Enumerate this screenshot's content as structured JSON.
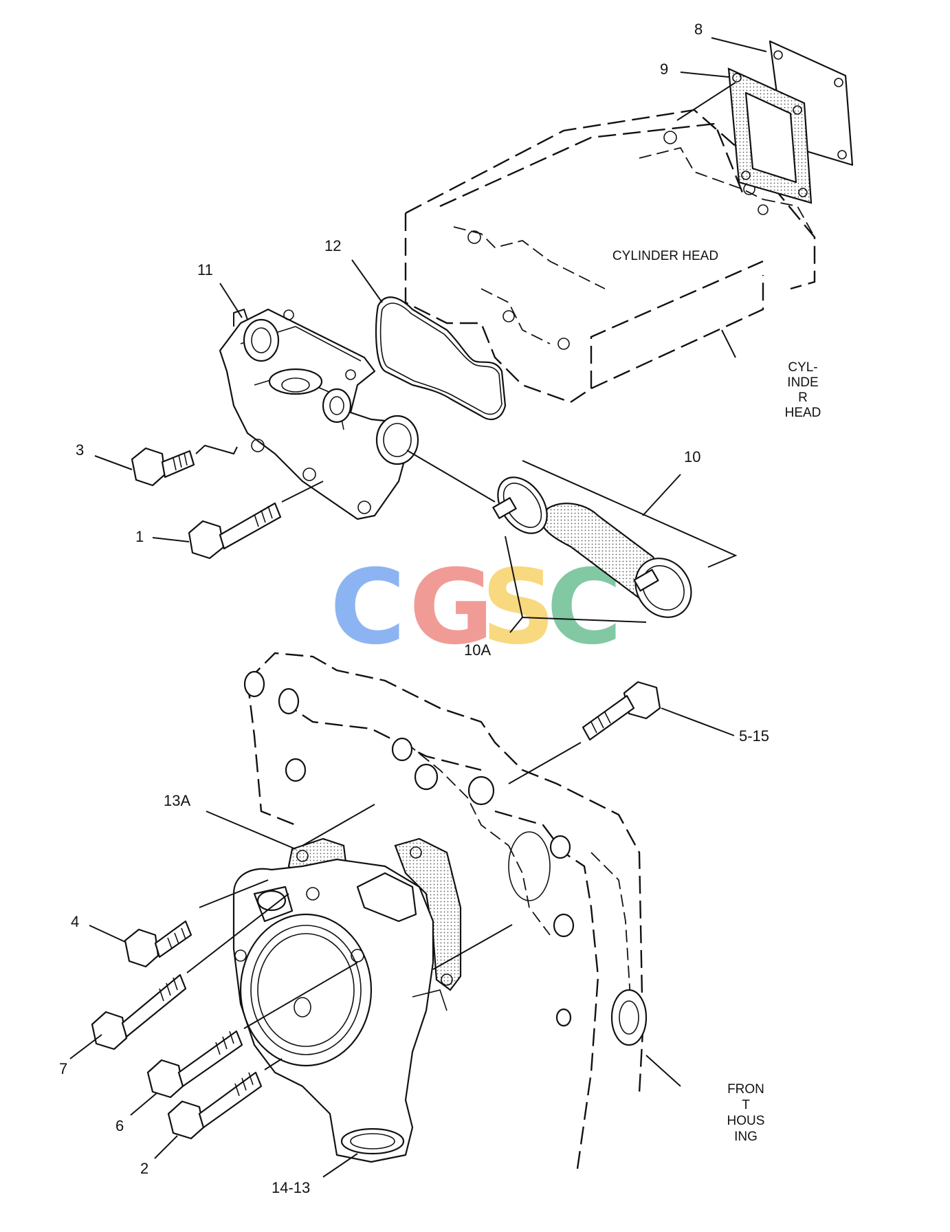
{
  "callouts": {
    "c1": "1",
    "c2": "2",
    "c3": "3",
    "c4": "4",
    "c5": "5-15",
    "c6": "6",
    "c7": "7",
    "c8": "8",
    "c9": "9",
    "c10": "10",
    "c10a": "10A",
    "c11": "11",
    "c12": "12",
    "c13a": "13A",
    "c14": "14-13"
  },
  "labels": {
    "cylinder_head": "CYLINDER HEAD",
    "cyl_head_wrapped": [
      "CYL-",
      "INDE",
      "R",
      "HEAD"
    ],
    "front_housing_wrapped": [
      "FRON",
      "T",
      "HOUS",
      "ING"
    ]
  },
  "watermark": {
    "letters": [
      "C",
      "G",
      "S",
      "C"
    ],
    "colors": [
      "#7aa7f0",
      "#ef8a86",
      "#f7d36a",
      "#6dbf94"
    ]
  },
  "icons": [
    "hex-bolt-icon",
    "hose-clamp-icon",
    "gasket-icon",
    "cover-plate-icon"
  ]
}
